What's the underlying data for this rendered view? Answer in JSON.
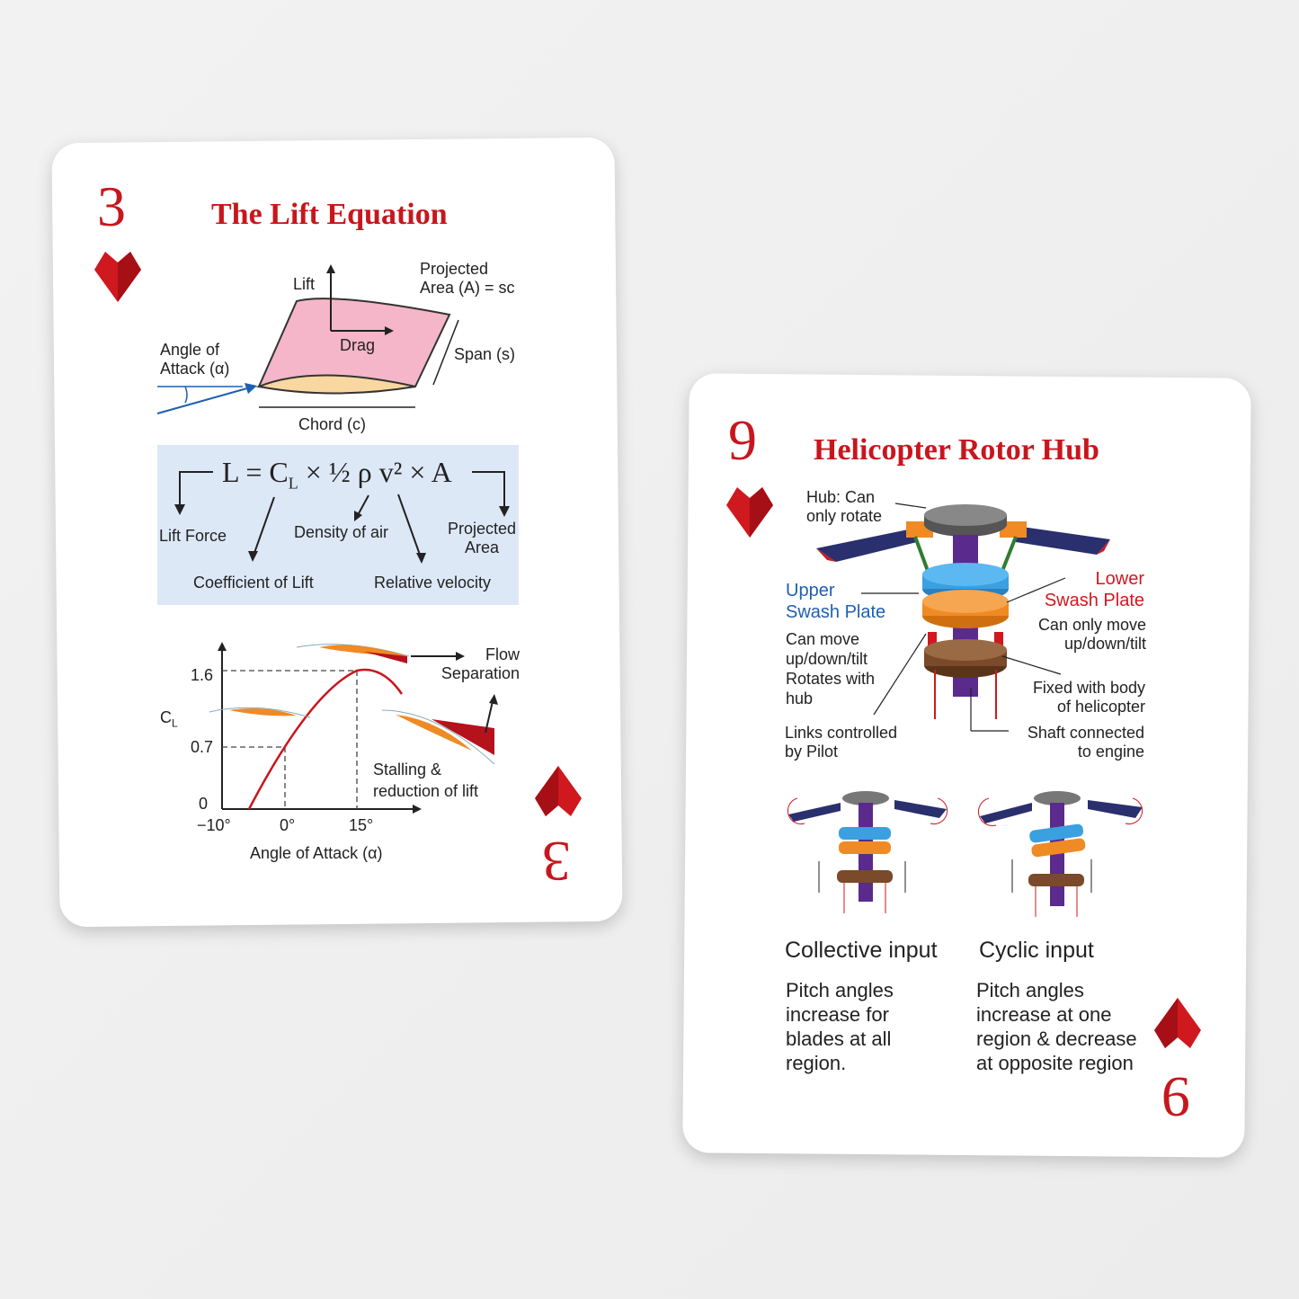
{
  "colors": {
    "accent": "#c8161d",
    "equation_box": "#dde8f7",
    "upper_plate": "#3aa0e0",
    "lower_plate": "#f08a24",
    "shaft": "#5a2a8c",
    "base": "#7a4a2a"
  },
  "left_card": {
    "rank": "3",
    "suit": "heart-icon",
    "title": "The Lift Equation",
    "airfoil": {
      "lift": "Lift",
      "projected_area": [
        "Projected",
        "Area (A) = sc"
      ],
      "angle": [
        "Angle of",
        "Attack (α)"
      ],
      "drag": "Drag",
      "span": "Span (s)",
      "chord": "Chord (c)"
    },
    "equation": {
      "formula": "L = C",
      "sub": "L",
      "rest": "×  ½ ρ v² × A",
      "lift_force": "Lift Force",
      "density": "Density of air",
      "projected_area": [
        "Projected",
        "Area"
      ],
      "coefficient": "Coefficient of Lift",
      "velocity": "Relative velocity"
    },
    "graph": {
      "y_ticks": [
        "1.6",
        "0.7",
        "0"
      ],
      "y_label": "C",
      "y_label_sub": "L",
      "x_ticks": [
        "−10°",
        "0°",
        "15°"
      ],
      "x_label": "Angle of Attack (α)",
      "flow_separation": [
        "Flow",
        "Separation"
      ],
      "stalling": [
        "Stalling &",
        "reduction of lift"
      ]
    }
  },
  "right_card": {
    "rank": "9",
    "suit": "heart-icon",
    "title": "Helicopter Rotor Hub",
    "labels": {
      "hub": [
        "Hub: Can",
        "only rotate"
      ],
      "upper": [
        "Upper",
        "Swash Plate"
      ],
      "upper_desc": [
        "Can move",
        "up/down/tilt",
        "Rotates with",
        "hub"
      ],
      "links": [
        "Links controlled",
        "by Pilot"
      ],
      "lower": [
        "Lower",
        "Swash Plate"
      ],
      "lower_desc": [
        "Can only move",
        "up/down/tilt"
      ],
      "fixed": [
        "Fixed with body",
        "of helicopter"
      ],
      "shaft": [
        "Shaft connected",
        "to engine"
      ]
    },
    "collective": {
      "title": "Collective input",
      "desc": [
        "Pitch angles",
        "increase for",
        "blades at all",
        "region."
      ]
    },
    "cyclic": {
      "title": "Cyclic input",
      "desc": [
        "Pitch angles",
        "increase at one",
        "region & decrease",
        "at opposite region"
      ]
    }
  }
}
